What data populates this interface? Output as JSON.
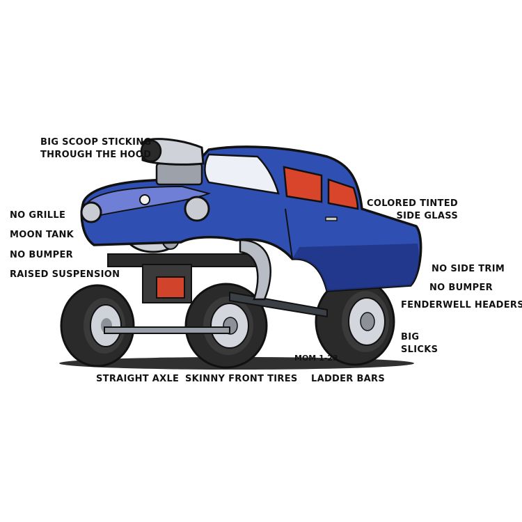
{
  "labels": {
    "big_scoop": [
      "BIG SCOOP STICKING",
      "THROUGH THE HOOD"
    ],
    "no_grille": "NO GRILLE",
    "moon_tank": "MOON TANK",
    "no_bumper_front": "NO BUMPER",
    "raised_suspension": "RAISED SUSPENSION",
    "colored_glass": [
      "COLORED TINTED",
      "SIDE GLASS"
    ],
    "no_side_trim": "NO SIDE TRIM",
    "no_bumper_rear": "NO BUMPER",
    "fenderwell_headers": "FENDERWELL HEADERS",
    "big_slicks": [
      "BIG",
      "SLICKS"
    ],
    "straight_axle": "STRAIGHT AXLE",
    "skinny_tires": "SKINNY FRONT TIRES",
    "ladder_bars": "LADDER BARS"
  },
  "signature": "MOM 1-23",
  "colors": {
    "body_blue": "#2f4fb3",
    "body_dark": "#1e3486",
    "body_light": "#6f7fd6",
    "glass_red": "#d8452a",
    "chrome": "#c9ccd2",
    "tire": "#2a2a2a",
    "ink": "#111111",
    "engine_red": "#d1432b"
  }
}
